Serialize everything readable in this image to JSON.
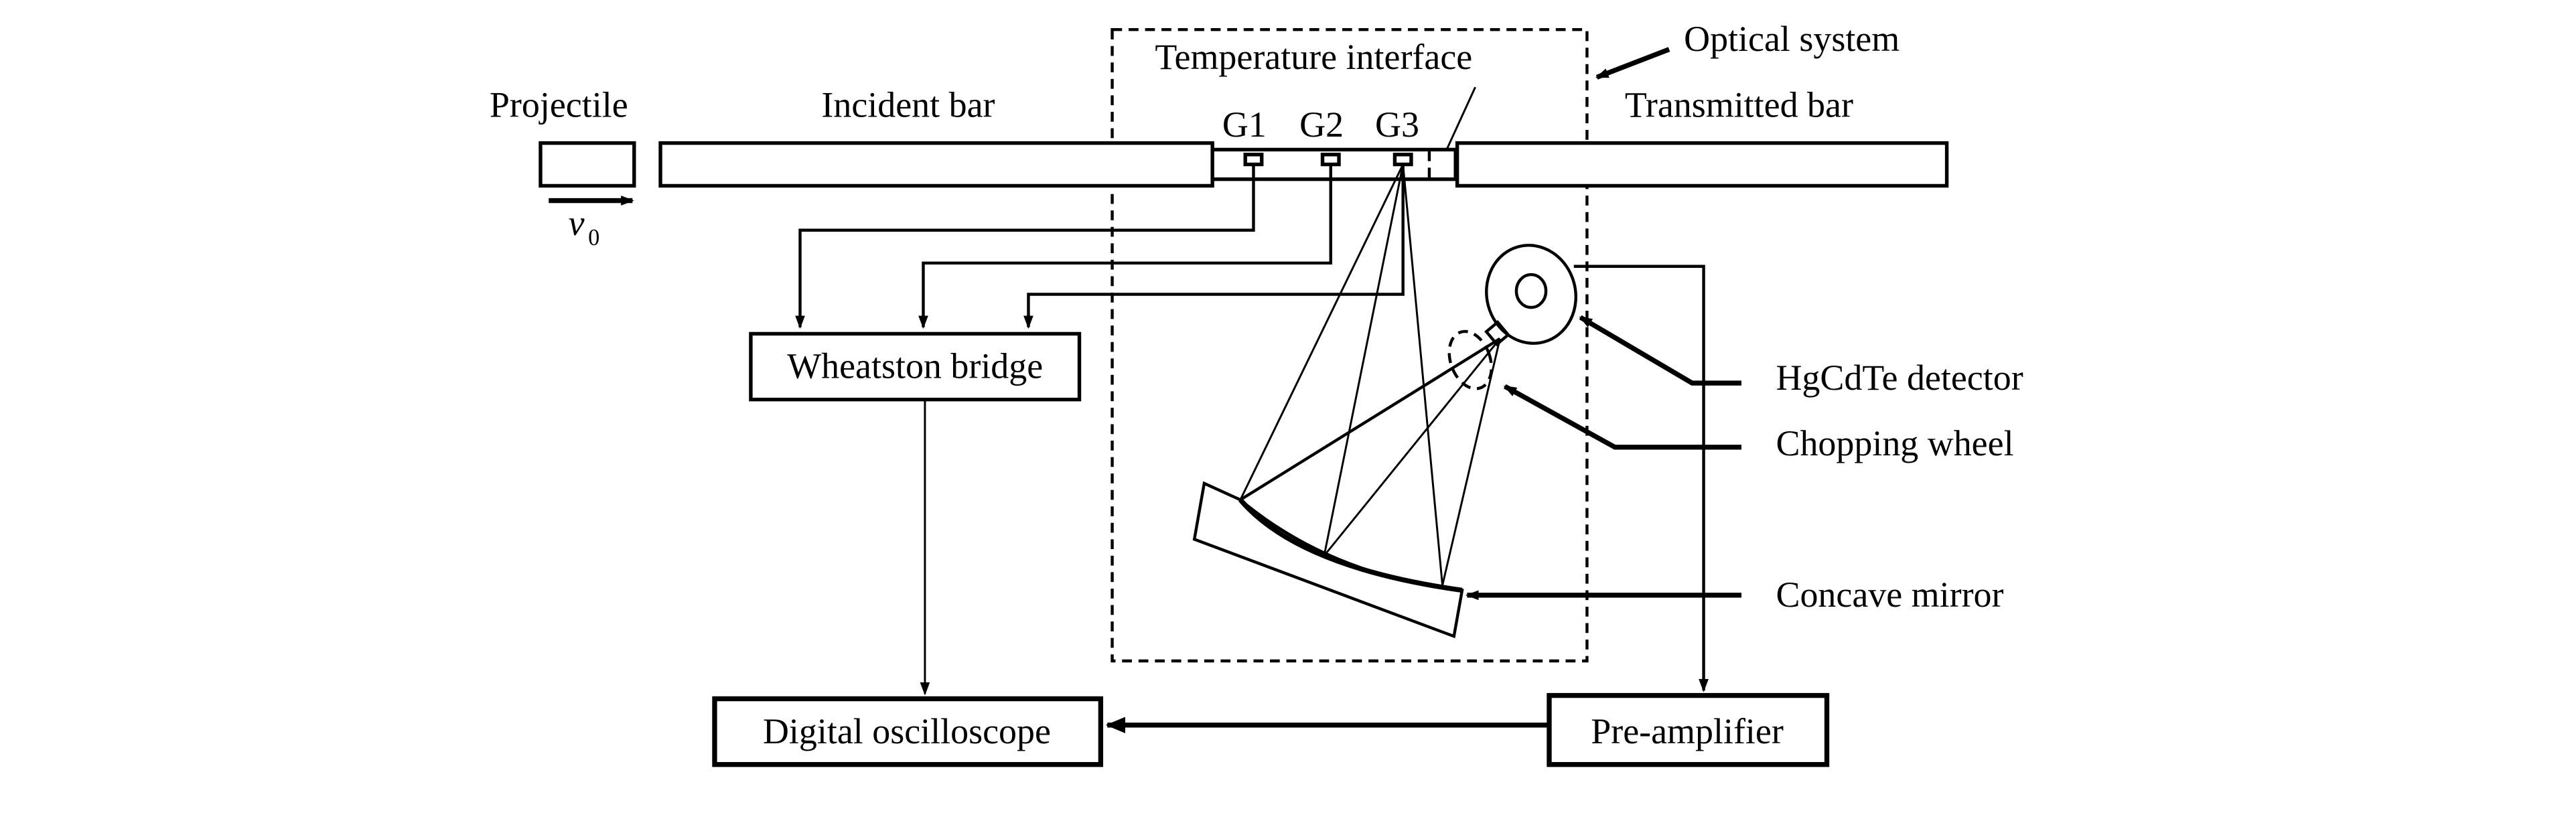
{
  "diagram": {
    "title": "",
    "labels": {
      "projectile": "Projectile",
      "incident_bar": "Incident bar",
      "transmitted_bar": "Transmitted bar",
      "temperature_interface": "Temperature interface",
      "optical_system": "Optical system",
      "velocity_symbol": "v",
      "velocity_subscript": "0",
      "gauges": [
        "G1",
        "G2",
        "G3"
      ],
      "wheatstone_bridge": "Wheatston bridge",
      "hgcdte_detector": "HgCdTe detector",
      "chopping_wheel": "Chopping wheel",
      "concave_mirror": "Concave mirror",
      "digital_oscilloscope": "Digital oscilloscope",
      "pre_amplifier": "Pre-amplifier"
    },
    "connections": [
      {
        "from": "G1",
        "to": "Wheatston bridge"
      },
      {
        "from": "G2",
        "to": "Wheatston bridge"
      },
      {
        "from": "G3",
        "to": "Wheatston bridge"
      },
      {
        "from": "Wheatston bridge",
        "to": "Digital oscilloscope"
      },
      {
        "from": "HgCdTe detector",
        "to": "Pre-amplifier"
      },
      {
        "from": "Pre-amplifier",
        "to": "Digital oscilloscope"
      },
      {
        "from": "G3",
        "to": "Concave mirror",
        "type": "optical path"
      },
      {
        "from": "Concave mirror",
        "to": "HgCdTe detector",
        "type": "optical path"
      }
    ],
    "colors": {
      "stroke": "#000000",
      "background": "#ffffff"
    }
  }
}
